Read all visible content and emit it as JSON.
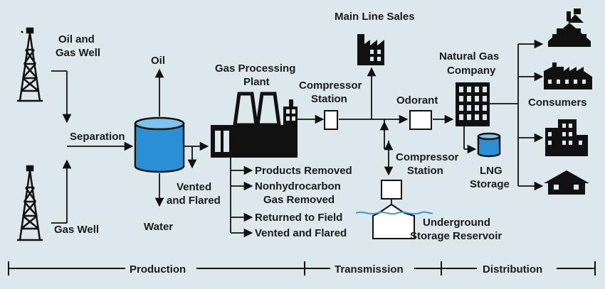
{
  "colors": {
    "background": "#dce8ec",
    "ink": "#111111",
    "tank": "#2b8fd6",
    "lng_tank": "#2b8fd6",
    "water": "#3399dd",
    "box": "#ffffff"
  },
  "labels": {
    "oil_gas_well_1": "Oil and",
    "oil_gas_well_2": "Gas Well",
    "gas_well": "Gas Well",
    "separation": "Separation",
    "oil": "Oil",
    "water": "Water",
    "vented_flared_1": "Vented",
    "vented_flared_2": "and Flared",
    "gas_processing_1": "Gas Processing",
    "gas_processing_2": "Plant",
    "products_removed": "Products Removed",
    "nonhydrocarbon_1": "Nonhydrocarbon",
    "nonhydrocarbon_2": "Gas Removed",
    "returned_to_field": "Returned to Field",
    "vented_and_flared": "Vented and Flared",
    "compressor_station_1_a": "Compressor",
    "compressor_station_1_b": "Station",
    "main_line_sales": "Main Line Sales",
    "odorant": "Odorant",
    "compressor_station_2_a": "Compressor",
    "compressor_station_2_b": "Station",
    "underground_1": "Underground",
    "underground_2": "Storage Reservoir",
    "natural_gas_company_1": "Natural Gas",
    "natural_gas_company_2": "Company",
    "lng_storage_1": "LNG",
    "lng_storage_2": "Storage",
    "consumers": "Consumers"
  },
  "stages": {
    "production": "Production",
    "transmission": "Transmission",
    "distribution": "Distribution"
  },
  "icons": {
    "well_top": "oil-derrick-icon",
    "well_bottom": "oil-derrick-icon",
    "separator": "separator-tank-icon",
    "plant": "processing-plant-icon",
    "main_line_factory": "factory-icon",
    "company": "office-building-icon",
    "lng": "lng-tank-icon",
    "consumer_house_large": "house-icon",
    "consumer_factory": "factory-icon",
    "consumer_building": "apartment-building-icon",
    "consumer_house_small": "house-icon"
  }
}
